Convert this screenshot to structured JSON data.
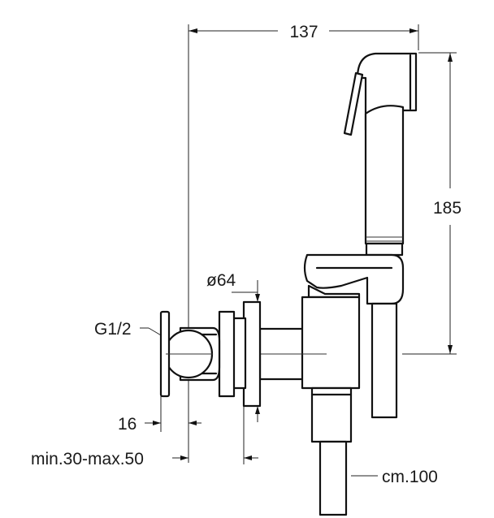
{
  "dimensions": {
    "width_overall": "137",
    "height_overall": "185",
    "flange_diameter": "ø64",
    "thread": "G1/2",
    "handle_offset": "16",
    "wall_depth": "min.30-max.50",
    "hose_length": "cm.100"
  },
  "colors": {
    "line": "#111111",
    "background": "#ffffff"
  }
}
